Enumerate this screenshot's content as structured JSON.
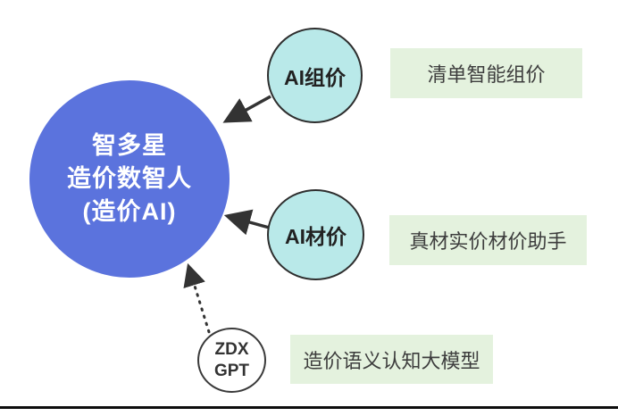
{
  "hub": {
    "line1": "智多星",
    "line2": "造价数智人",
    "line3": "(造价AI)"
  },
  "nodes": {
    "group_pricing": {
      "label": "AI组价"
    },
    "material_pricing": {
      "label": "AI材价"
    },
    "zdx_gpt": {
      "line1": "ZDX",
      "line2": "GPT"
    }
  },
  "labels": {
    "group_pricing": "清单智能组价",
    "material_pricing": "真材实价材价助手",
    "zdx_gpt": "造价语义认知大模型"
  },
  "colors": {
    "hub_fill": "#5b73dd",
    "hub_text": "#ffffff",
    "node_fill": "#b9e9e9",
    "node_stroke": "#2e2e2e",
    "label_fill": "#e4f2de",
    "label_text": "#3d3d3d",
    "arrow": "#333333",
    "baseline": "#0d0d0d"
  }
}
